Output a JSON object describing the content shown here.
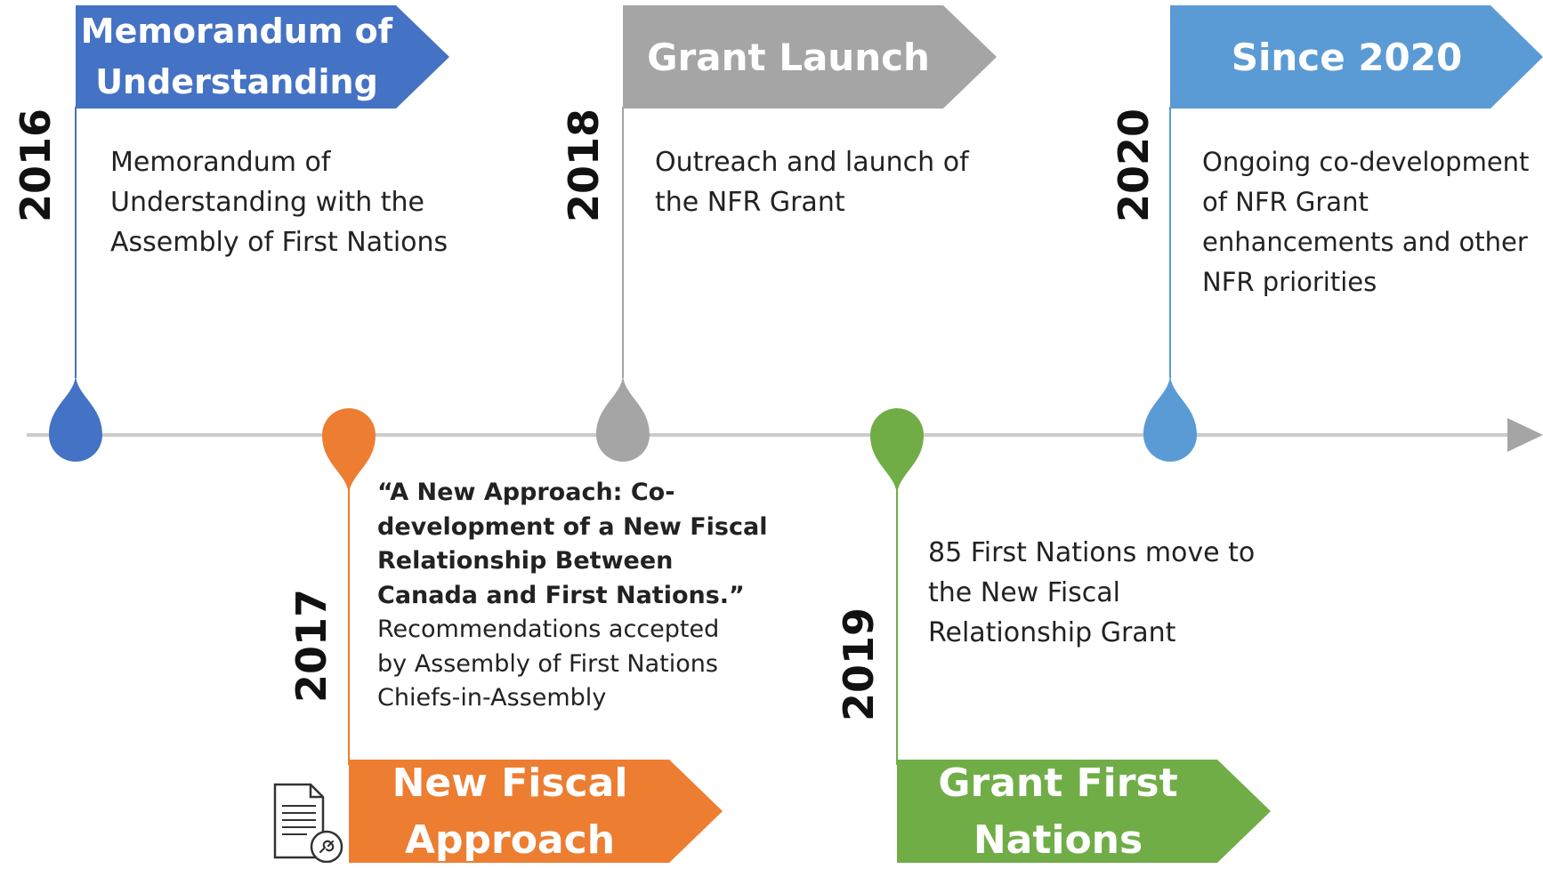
{
  "colors": {
    "blue_dark": "#4472C4",
    "gray": "#A5A5A5",
    "blue_light": "#5B9BD5",
    "orange": "#ED7D31",
    "green": "#70AD47",
    "axis": "#CCCCCC"
  },
  "events": {
    "e2016": {
      "year": "2016",
      "title_lines": [
        "Memorandum of",
        "Understanding"
      ],
      "text_lines": [
        "Memorandum of",
        "Understanding with the",
        "Assembly of First Nations"
      ]
    },
    "e2017": {
      "year": "2017",
      "title_lines": [
        "New Fiscal",
        "Approach"
      ],
      "bold_lines": [
        "“A New Approach: Co-",
        "development of a New Fiscal",
        "Relationship Between",
        "Canada and First Nations.”"
      ],
      "text_lines": [
        "Recommendations accepted",
        "by Assembly of First Nations",
        "Chiefs-in-Assembly"
      ],
      "icon": "document-link-icon"
    },
    "e2018": {
      "year": "2018",
      "title_lines": [
        "Grant Launch"
      ],
      "text_lines": [
        "Outreach and launch of",
        "the NFR Grant"
      ]
    },
    "e2019": {
      "year": "2019",
      "title_lines": [
        "Grant First",
        "Nations"
      ],
      "text_lines": [
        "85 First Nations move to",
        "the New Fiscal",
        "Relationship Grant"
      ]
    },
    "e2020": {
      "year": "2020",
      "title_lines": [
        "Since 2020"
      ],
      "text_lines": [
        "Ongoing co-development",
        "of NFR Grant",
        "enhancements and other",
        "NFR priorities"
      ]
    }
  }
}
